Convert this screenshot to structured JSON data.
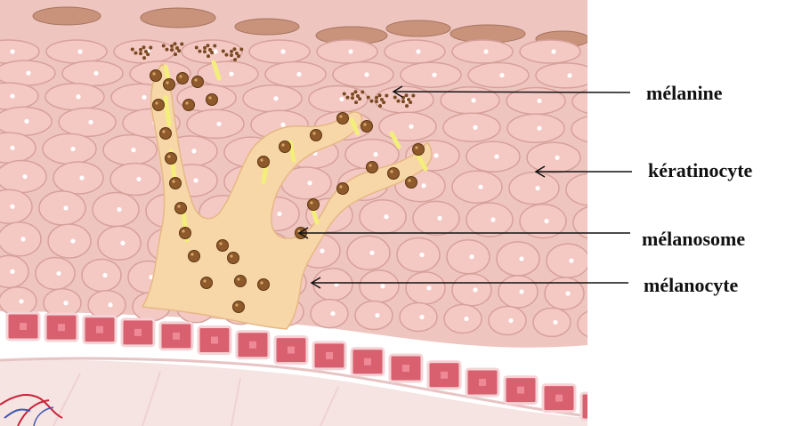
{
  "labels": {
    "melanine": "mélanine",
    "keratinocyte": "kératinocyte",
    "melanosome": "mélanosome",
    "melanocyte": "mélanocyte"
  },
  "colors": {
    "background": "#ffffff",
    "skin_bg": "#efc5c0",
    "cell_fill": "#f4c9c4",
    "cell_stroke": "#d7a19b",
    "nucleus": "#ffffff",
    "surface_cell": "#c9927a",
    "melanocyte_body": "#f7d7a8",
    "melanosome": "#8e5a2b",
    "pigment_streak": "#f3ef7a",
    "basal_cell": "#d9606e",
    "basal_nucleus": "#ee8a96",
    "dermis": "#f6e4e2",
    "vessel_red": "#c8243a",
    "vessel_blue": "#4058b0",
    "leader_line": "#111111"
  }
}
